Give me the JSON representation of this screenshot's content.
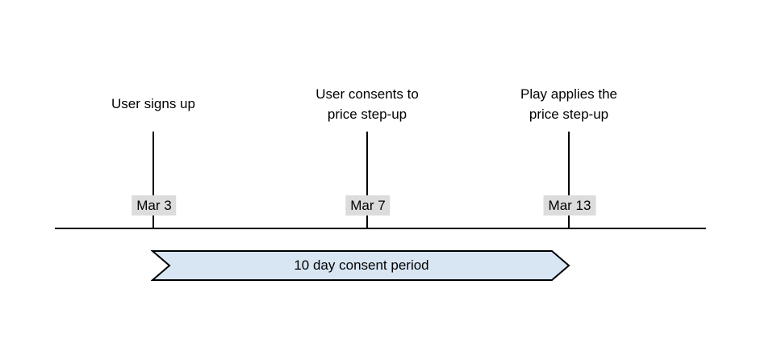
{
  "diagram": {
    "type": "timeline",
    "events": [
      {
        "label": "User signs up",
        "date": "Mar 3"
      },
      {
        "label": "User consents to\nprice step-up",
        "date": "Mar 7"
      },
      {
        "label": "Play applies the\nprice step-up",
        "date": "Mar 13"
      }
    ],
    "period_banner": {
      "label": "10 day consent period"
    },
    "colors": {
      "banner_fill": "#d8e6f3",
      "banner_border": "#000000",
      "date_bg": "#dcdcdc",
      "line": "#000000",
      "text": "#000000",
      "background": "#ffffff"
    }
  }
}
